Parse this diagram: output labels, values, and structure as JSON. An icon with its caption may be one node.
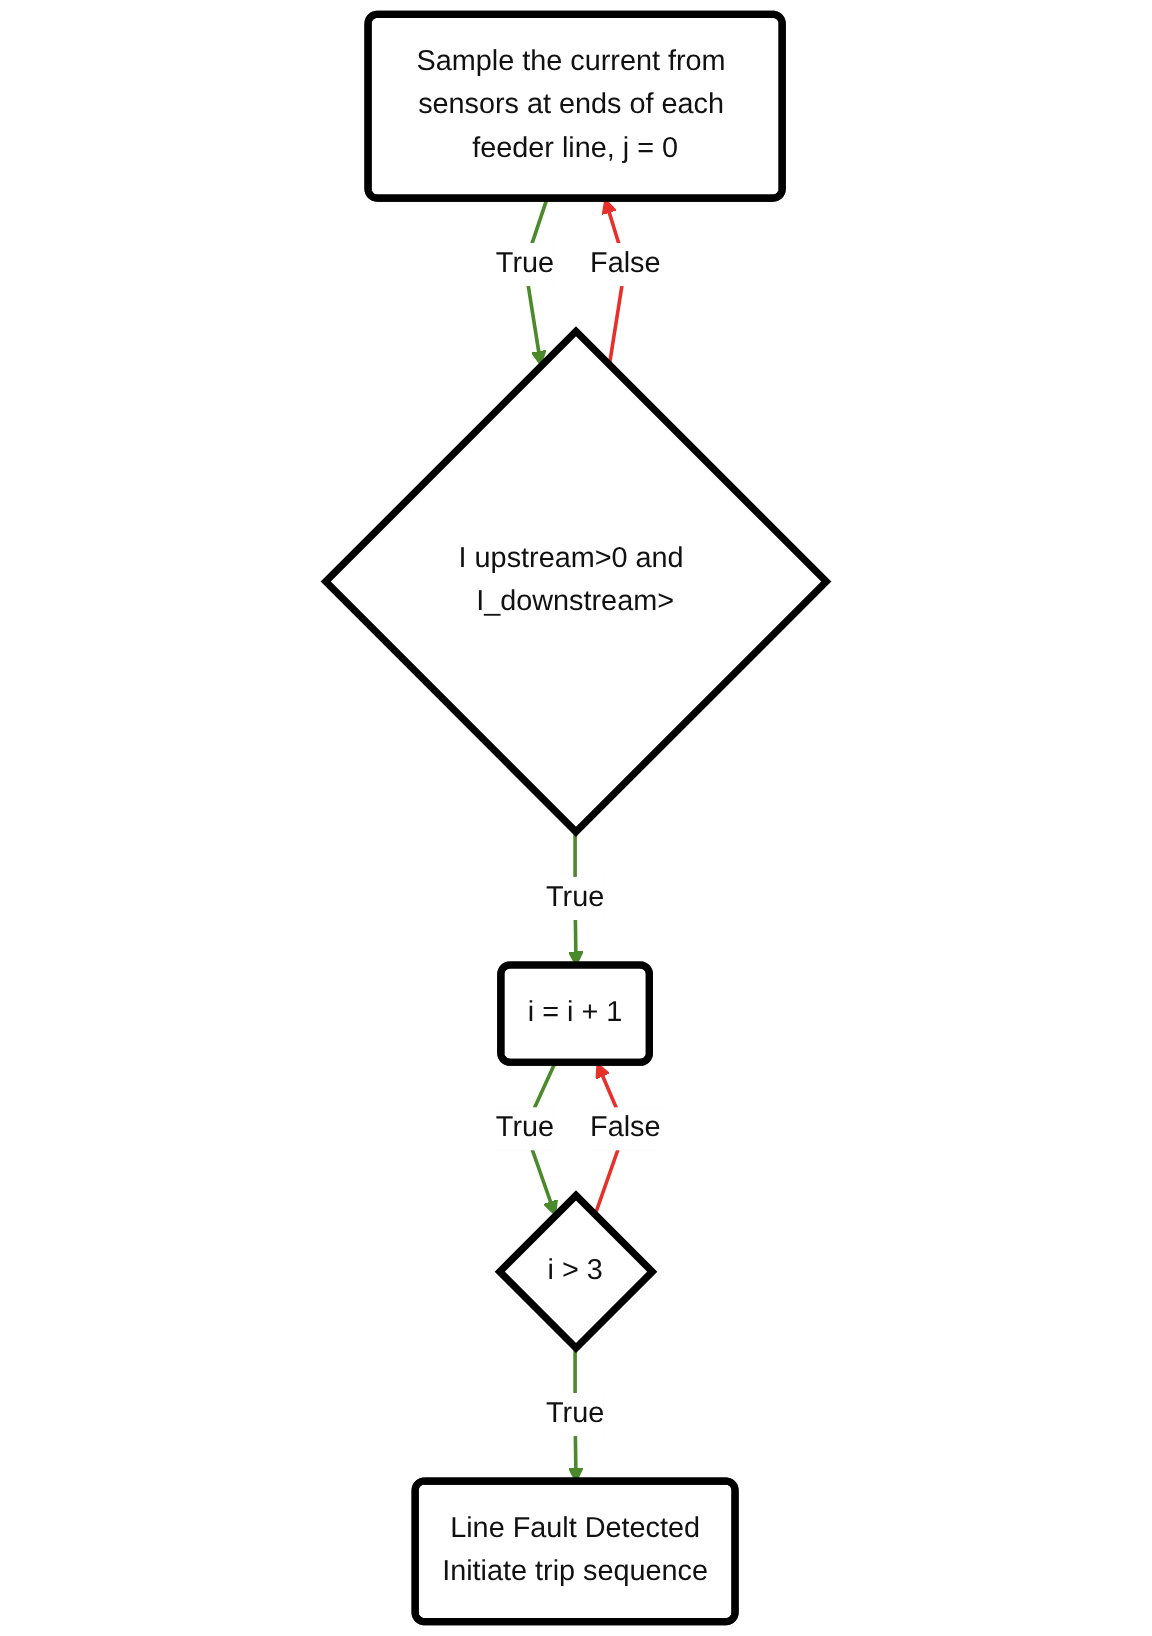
{
  "diagram": {
    "nodes": [
      {
        "text": [
          "Sample the current from sensors at ends of each feeder line, j = 0"
        ]
      },
      {
        "text": [
          "I upstream>0 and I_downstream>"
        ]
      },
      {
        "text": [
          "i = i + 1"
        ]
      },
      {
        "text": [
          "i > 3"
        ]
      },
      {
        "text": [
          "Line Fault Detected",
          "Initiate trip sequence"
        ]
      }
    ],
    "edges": [
      {
        "from": 0,
        "to": 1,
        "arrow": "to",
        "label": "True"
      },
      {
        "from": 1,
        "to": 0,
        "arrow": "to",
        "label": "False",
        "color": "#e8302a"
      },
      {
        "from": 1,
        "to": 2,
        "arrow": "to",
        "label": "True"
      },
      {
        "from": 2,
        "to": 3,
        "arrow": "to",
        "label": "True"
      },
      {
        "from": 3,
        "to": 2,
        "arrow": "to",
        "label": "False",
        "color": "#e8302a"
      },
      {
        "from": 3,
        "to": 4,
        "arrow": "to",
        "label": "True"
      }
    ]
  }
}
